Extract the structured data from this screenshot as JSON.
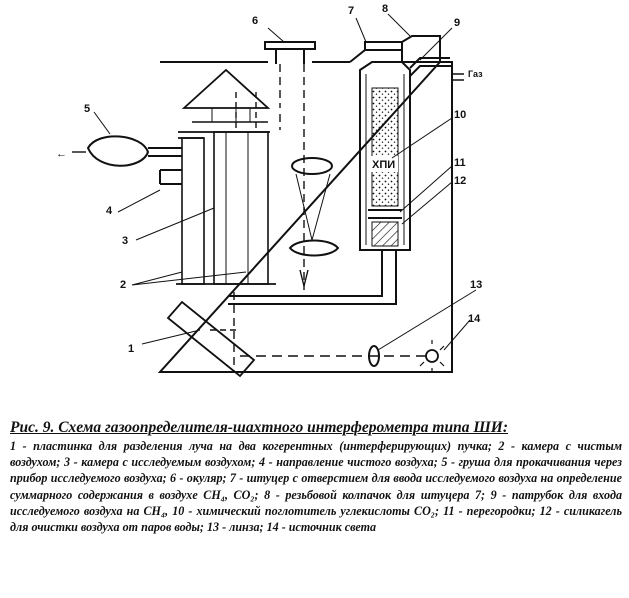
{
  "labels": {
    "n1": "1",
    "n2": "2",
    "n3": "3",
    "n4": "4",
    "n5": "5",
    "n6": "6",
    "n7": "7",
    "n8": "8",
    "n9": "9",
    "n10": "10",
    "n11": "11",
    "n12": "12",
    "n13": "13",
    "n14": "14",
    "chamber_text": "ХПИ",
    "outlet": "←",
    "gas_tag": "Газ"
  },
  "caption": {
    "title": "Рис. 9. Схема газоопределителя-шахтного интерферометра типа ШИ:",
    "body": "1 - пластинка для разделения луча на два когерентных (интерферирующих) пучка; 2 - камера с чистым воздухом; 3 - камера с исследуемым воздухом; 4 - направление чистого воздуха; 5 - груша для прокачивания через прибор исследуемого воздуха; 6 - окуляр; 7 - штуцер с отверстием для ввода исследуемого воздуха на определение суммарного содержания в воздухе CH₄, CO₂; 8 - резьбовой колпачок для штуцера 7; 9 - патрубок для входа исследуемого воздуха на CH₄, 10 - химический поглотитель углекислоты CO₂; 11 - перегородки; 12 - силикагель для очистки воздуха от паров воды; 13 - линза; 14 - источник света"
  }
}
